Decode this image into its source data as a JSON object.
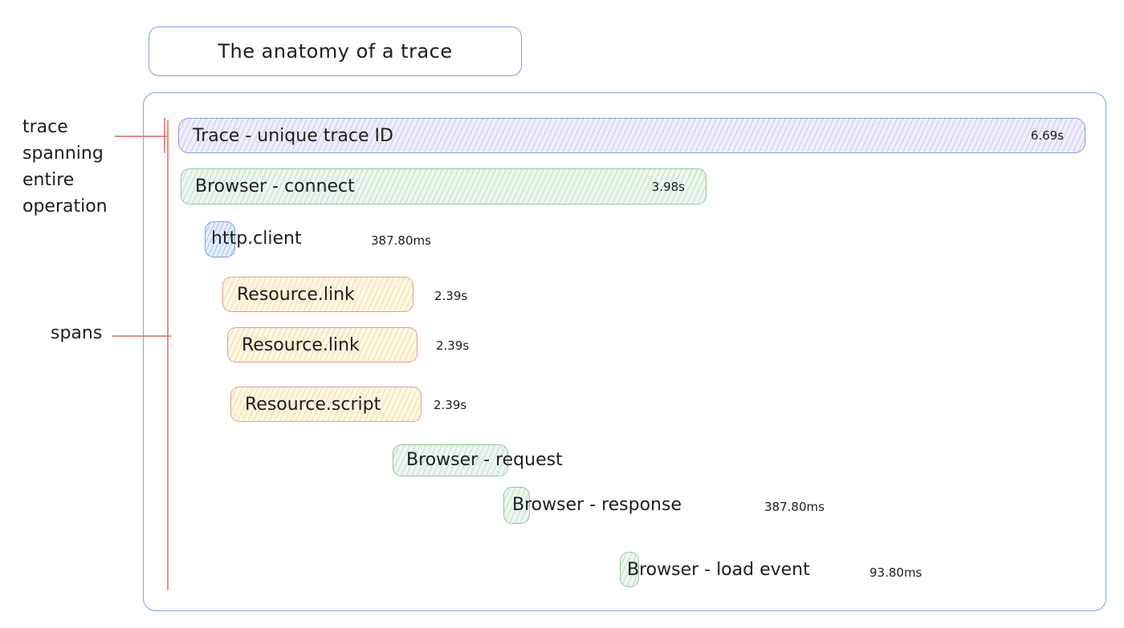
{
  "title": "The anatomy of a trace",
  "annotations": {
    "trace_label_lines": [
      "trace",
      "spanning",
      "entire",
      "operation"
    ],
    "spans_label": "spans"
  },
  "spans": [
    {
      "name": "Trace - unique trace ID",
      "duration": "6.69s",
      "color": "purple"
    },
    {
      "name": "Browser - connect",
      "duration": "3.98s",
      "color": "green"
    },
    {
      "name": "http.client",
      "duration": "387.80ms",
      "color": "blue"
    },
    {
      "name": "Resource.link",
      "duration": "2.39s",
      "color": "yellow"
    },
    {
      "name": "Resource.link",
      "duration": "2.39s",
      "color": "yellow"
    },
    {
      "name": "Resource.script",
      "duration": "2.39s",
      "color": "yellow"
    },
    {
      "name": "Browser - request",
      "duration": "",
      "color": "green"
    },
    {
      "name": "Browser - response",
      "duration": "387.80ms",
      "color": "green"
    },
    {
      "name": "Browser - load event",
      "duration": "93.80ms",
      "color": "green"
    }
  ],
  "colors": {
    "outline_blue": "#7aa7dd",
    "annotation_red": "#e4796d",
    "purple_fill": "#f1eefb",
    "green_fill": "#edf7ee",
    "blue_fill": "#e4eefb",
    "yellow_fill": "#fdf7e3",
    "yellow_border": "#ec9a90",
    "green_border": "#8fc89d",
    "text": "#1e1e1e"
  }
}
